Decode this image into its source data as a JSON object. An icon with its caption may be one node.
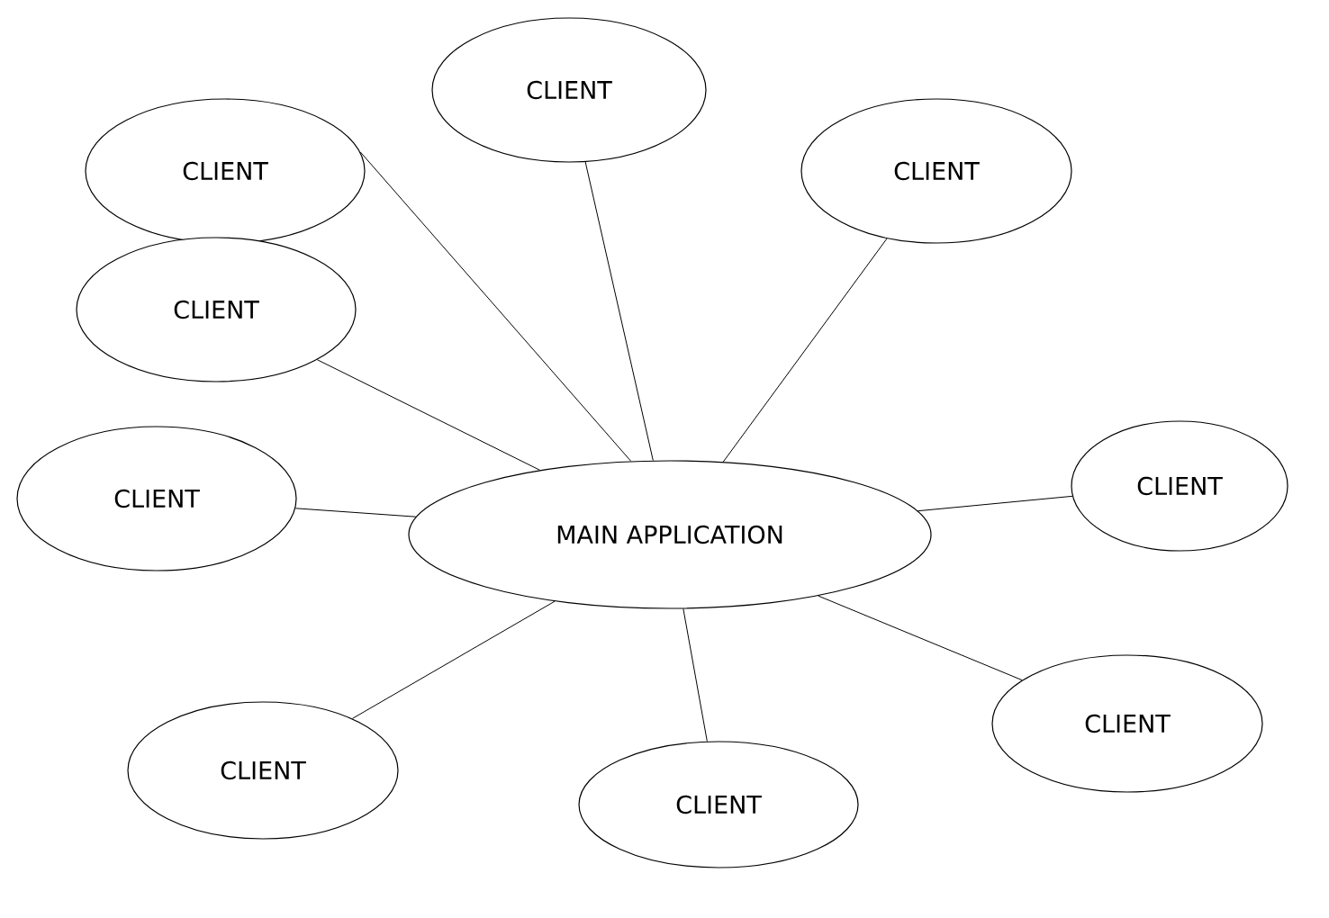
{
  "diagram": {
    "nodes": [
      {
        "text": [
          "CLIENT"
        ]
      },
      {
        "text": [
          "CLIENT"
        ]
      },
      {
        "text": [
          "CLIENT"
        ]
      },
      {
        "text": [
          "CLIENT"
        ]
      },
      {
        "text": [
          "CLIENT"
        ]
      },
      {
        "text": [
          "CLIENT"
        ]
      },
      {
        "text": [
          "MAIN APPLICATION"
        ]
      },
      {
        "text": [
          "CLIENT"
        ]
      },
      {
        "text": [
          "CLIENT"
        ]
      },
      {
        "text": [
          "CLIENT"
        ]
      }
    ],
    "edges": [
      {
        "from": 6,
        "to": 0,
        "arrow": "none"
      },
      {
        "from": 6,
        "to": 1,
        "arrow": "none"
      },
      {
        "from": 6,
        "to": 2,
        "arrow": "none"
      },
      {
        "from": 6,
        "to": 3,
        "arrow": "none"
      },
      {
        "from": 6,
        "to": 4,
        "arrow": "none"
      },
      {
        "from": 6,
        "to": 5,
        "arrow": "none"
      },
      {
        "from": 6,
        "to": 7,
        "arrow": "none"
      },
      {
        "from": 6,
        "to": 8,
        "arrow": "none"
      },
      {
        "from": 6,
        "to": 9,
        "arrow": "none"
      }
    ]
  }
}
